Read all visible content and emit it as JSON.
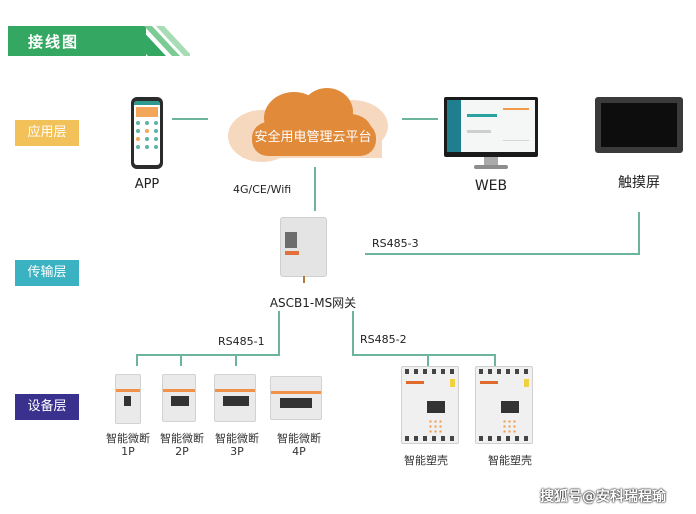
{
  "header": {
    "title": "接线图"
  },
  "layers": {
    "application": "应用层",
    "transport": "传输层",
    "device": "设备层"
  },
  "colors": {
    "banner_green": "#34a862",
    "application_layer": "#f2c15a",
    "transport_layer": "#3bb2c1",
    "device_layer": "#3a318f",
    "cloud_dark": "#e08a3a",
    "cloud_light": "#f6d8bf",
    "connector": "#6cb49c"
  },
  "application_nodes": {
    "app": "APP",
    "cloud": "安全用电管理云平台",
    "web": "WEB",
    "touchscreen": "触摸屏"
  },
  "links": {
    "cloud_to_gateway": "4G/CE/Wifi",
    "rs485_1": "RS485-1",
    "rs485_2": "RS485-2",
    "rs485_3": "RS485-3"
  },
  "gateway": {
    "label": "ASCB1-MS网关"
  },
  "devices": {
    "mcbs": [
      {
        "name": "智能微断",
        "poles": "1P"
      },
      {
        "name": "智能微断",
        "poles": "2P"
      },
      {
        "name": "智能微断",
        "poles": "3P"
      },
      {
        "name": "智能微断",
        "poles": "4P"
      }
    ],
    "mccbs": [
      {
        "name": "智能塑壳"
      },
      {
        "name": "智能塑壳"
      }
    ]
  },
  "watermark": "搜狐号@安科瑞程瑜"
}
